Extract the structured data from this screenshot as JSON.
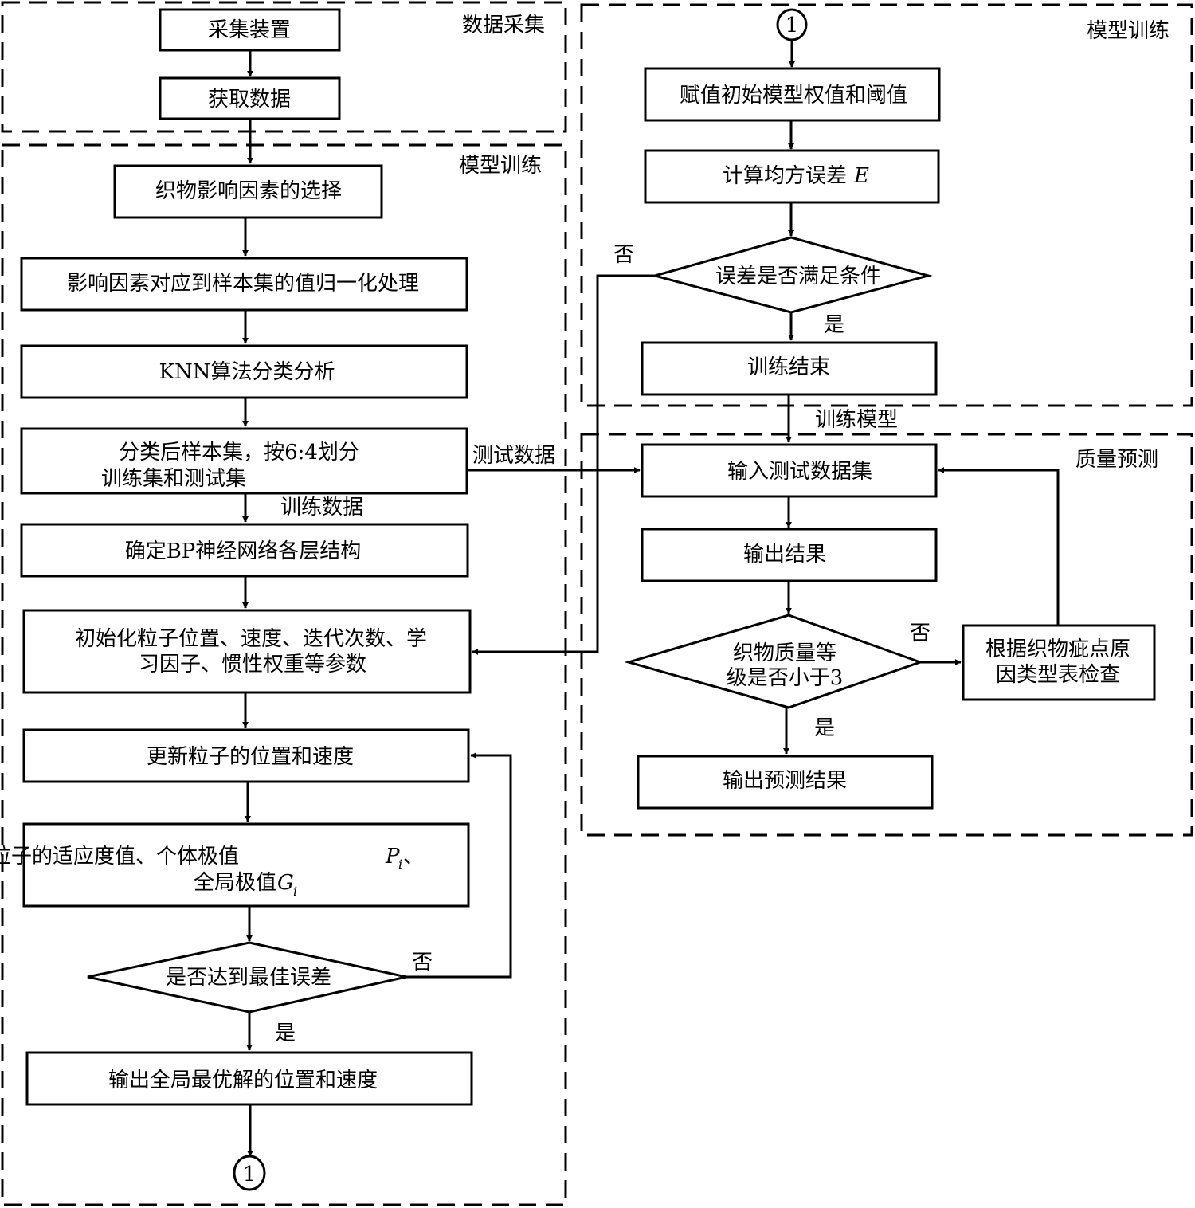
{
  "regions": {
    "data_collection": "数据采集",
    "model_training_left": "模型训练",
    "model_training_right": "模型训练",
    "quality_prediction": "质量预测"
  },
  "left_flow": {
    "collect_device": "采集装置",
    "acquire_data": "获取数据",
    "select_factors": "织物影响因素的选择",
    "normalize": "影响因素对应到样本集的值归一化处理",
    "knn": "KNN算法分类分析",
    "split_line1": "分类后样本集，按6:4划分",
    "split_line2": "训练集和测试集",
    "bp_structure": "确定BP神经网络各层结构",
    "init_line1": "初始化粒子位置、速度、迭代次数、学",
    "init_line2": "习因子、惯性权重等参数",
    "update": "更新粒子的位置和速度",
    "fitness_line1": "计算粒子的适应度值、个体极值",
    "fitness_p": "P",
    "fitness_p_sub": "i",
    "fitness_sep": "、",
    "fitness_line2": "全局极值",
    "fitness_g": "G",
    "fitness_g_sub": "i",
    "decision_best": "是否达到最佳误差",
    "output_best": "输出全局最优解的位置和速度",
    "connector": "1"
  },
  "right_flow": {
    "connector": "1",
    "assign_weights": "赋值初始模型权值和阈值",
    "calc_mse": "计算均方误差",
    "calc_mse_var": "E",
    "decision_error": "误差是否满足条件",
    "training_end": "训练结束",
    "input_test": "输入测试数据集",
    "output_result": "输出结果",
    "decision_grade_line1": "织物质量等",
    "decision_grade_line2": "级是否小于3",
    "check_line1": "根据织物疵点原",
    "check_line2": "因类型表检查",
    "output_prediction": "输出预测结果"
  },
  "edge_labels": {
    "test_data": "测试数据",
    "train_data": "训练数据",
    "trained_model": "训练模型",
    "yes": "是",
    "no": "否"
  }
}
